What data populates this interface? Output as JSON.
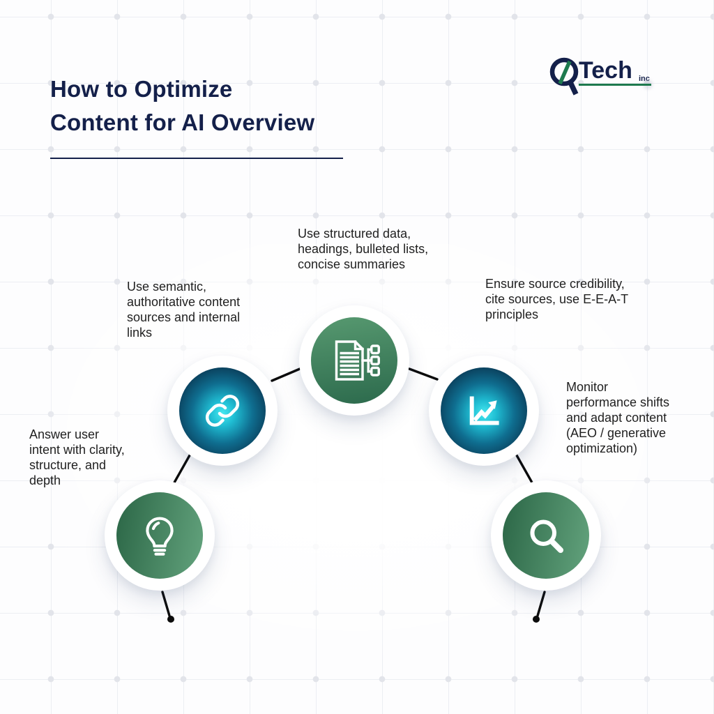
{
  "header": {
    "title_line1": "How to Optimize",
    "title_line2": "Content for AI Overview"
  },
  "logo": {
    "name": "Tech",
    "suffix": "inc"
  },
  "steps": [
    {
      "id": "answer-user-intent",
      "icon": "lightbulb-icon",
      "theme": "green",
      "label": "Answer user intent with clarity, structure, and depth"
    },
    {
      "id": "semantic-sources",
      "icon": "chain-link-icon",
      "theme": "blue",
      "label": "Use semantic, authoritative content sources and internal links"
    },
    {
      "id": "structured-data",
      "icon": "document-structure-icon",
      "theme": "green",
      "label": "Use structured data, headings, bulleted lists, concise summaries"
    },
    {
      "id": "source-credibility",
      "icon": "trend-chart-icon",
      "theme": "blue",
      "label": "Ensure source credibility, cite sources, use E-E-A-T principles"
    },
    {
      "id": "monitor-performance",
      "icon": "magnifier-icon",
      "theme": "green",
      "label": "Monitor performance shifts and adapt content (AEO / generative optimization)"
    }
  ],
  "colors": {
    "navy": "#14204A",
    "body_text": "#1F1F1F",
    "green_dark": "#2B6646",
    "green_light": "#63A37D",
    "cyan_glow": "#45E8F0",
    "blue_dark": "#092F47",
    "logo_green": "#1E7A4E",
    "connector_black": "#0C0C0C"
  }
}
